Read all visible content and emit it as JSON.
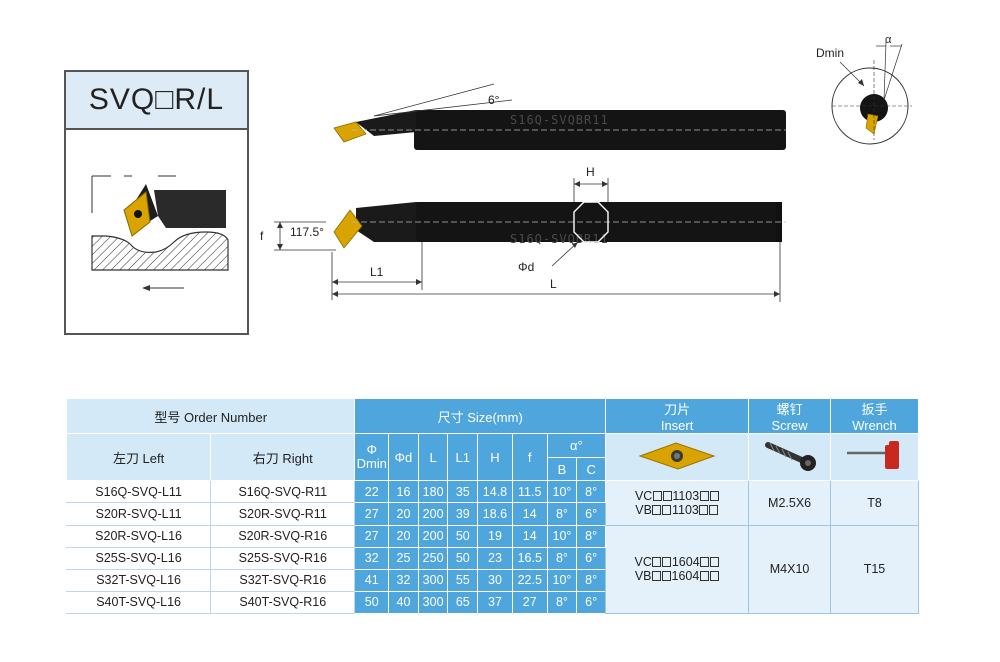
{
  "title": "SVQ□R/L",
  "drawing": {
    "angle_label": "6°",
    "shank_text": "S16Q-SVQBR11",
    "shank_text_lower": "S16Q-SVQBR11",
    "h_label": "H",
    "f_label": "f",
    "angle_117": "117.5°",
    "l1_label": "L1",
    "l_label": "L",
    "d_label": "Φd",
    "dmin_label": "Dmin",
    "alpha_label": "α"
  },
  "table": {
    "order_number": "型号 Order Number",
    "size_header": "尺寸 Size(mm)",
    "insert_zh": "刀片",
    "insert_en": "Insert",
    "screw_zh": "螺钉",
    "screw_en": "Screw",
    "wrench_zh": "扳手",
    "wrench_en": "Wrench",
    "left": "左刀 Left",
    "right": "右刀 Right",
    "phi": "Φ",
    "dmin": "Dmin",
    "phid": "Φd",
    "L": "L",
    "L1": "L1",
    "H": "H",
    "f": "f",
    "alpha": "α°",
    "B": "B",
    "C": "C",
    "rows": [
      [
        "S16Q-SVQ-L11",
        "S16Q-SVQ-R11",
        "22",
        "16",
        "180",
        "35",
        "14.8",
        "11.5",
        "10°",
        "8°"
      ],
      [
        "S20R-SVQ-L11",
        "S20R-SVQ-R11",
        "27",
        "20",
        "200",
        "39",
        "18.6",
        "14",
        "8°",
        "6°"
      ],
      [
        "S20R-SVQ-L16",
        "S20R-SVQ-R16",
        "27",
        "20",
        "200",
        "50",
        "19",
        "14",
        "10°",
        "8°"
      ],
      [
        "S25S-SVQ-L16",
        "S25S-SVQ-R16",
        "32",
        "25",
        "250",
        "50",
        "23",
        "16.5",
        "8°",
        "6°"
      ],
      [
        "S32T-SVQ-L16",
        "S32T-SVQ-R16",
        "41",
        "32",
        "300",
        "55",
        "30",
        "22.5",
        "10°",
        "8°"
      ],
      [
        "S40T-SVQ-L16",
        "S40T-SVQ-R16",
        "50",
        "40",
        "300",
        "65",
        "37",
        "27",
        "8°",
        "6°"
      ]
    ],
    "group1": {
      "vc_pre": "VC",
      "vc_num": "1103",
      "vb_pre": "VB",
      "vb_num": "1103",
      "screw": "M2.5X6",
      "wrench": "T8"
    },
    "group2": {
      "vc_pre": "VC",
      "vc_num": "1604",
      "vb_pre": "VB",
      "vb_num": "1604",
      "screw": "M4X10",
      "wrench": "T15"
    }
  },
  "colors": {
    "header_blue": "#4ea6dc",
    "header_light": "#d3e9f7",
    "insert_gold": "#d9a300",
    "wrench_red": "#c8281e"
  },
  "icons": [
    "insert-icon",
    "screw-icon",
    "wrench-icon"
  ]
}
